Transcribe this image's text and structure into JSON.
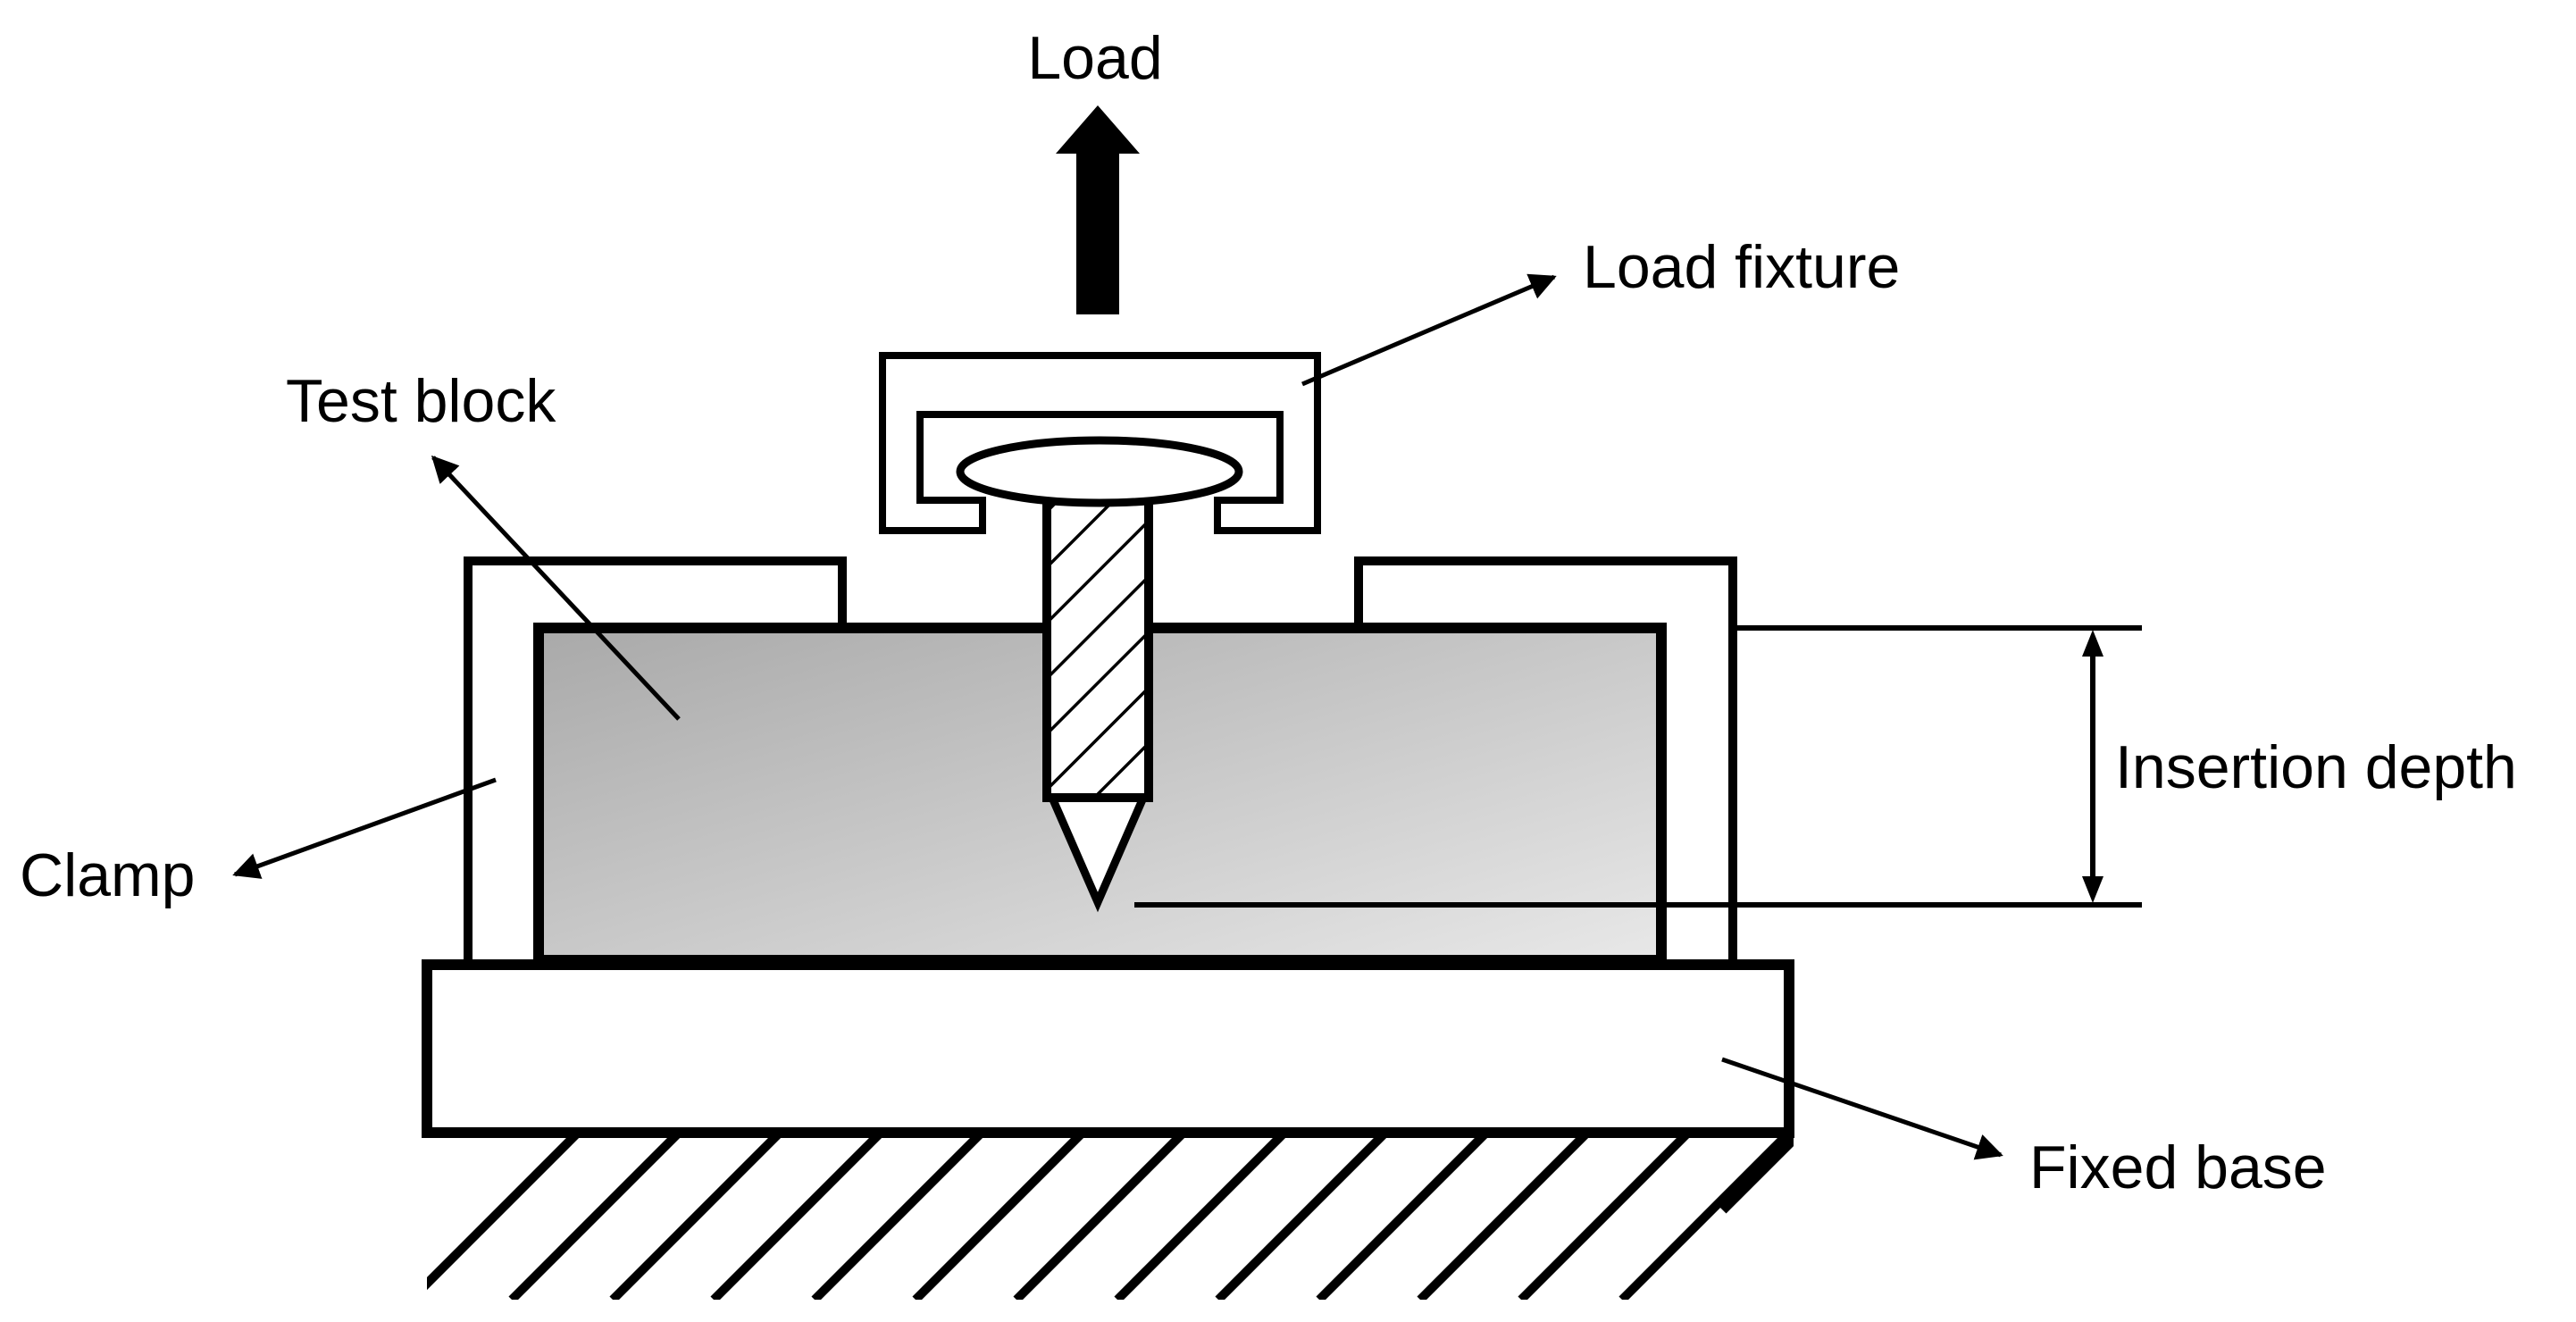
{
  "labels": {
    "load": "Load",
    "load_fixture": "Load fixture",
    "test_block": "Test block",
    "clamp": "Clamp",
    "insertion_depth": "Insertion depth",
    "fixed_base": "Fixed base"
  },
  "colors": {
    "stroke": "#000000",
    "block_gradient_dark": "#a9a9a9",
    "block_gradient_light": "#e8e8e8",
    "background": "#ffffff"
  }
}
